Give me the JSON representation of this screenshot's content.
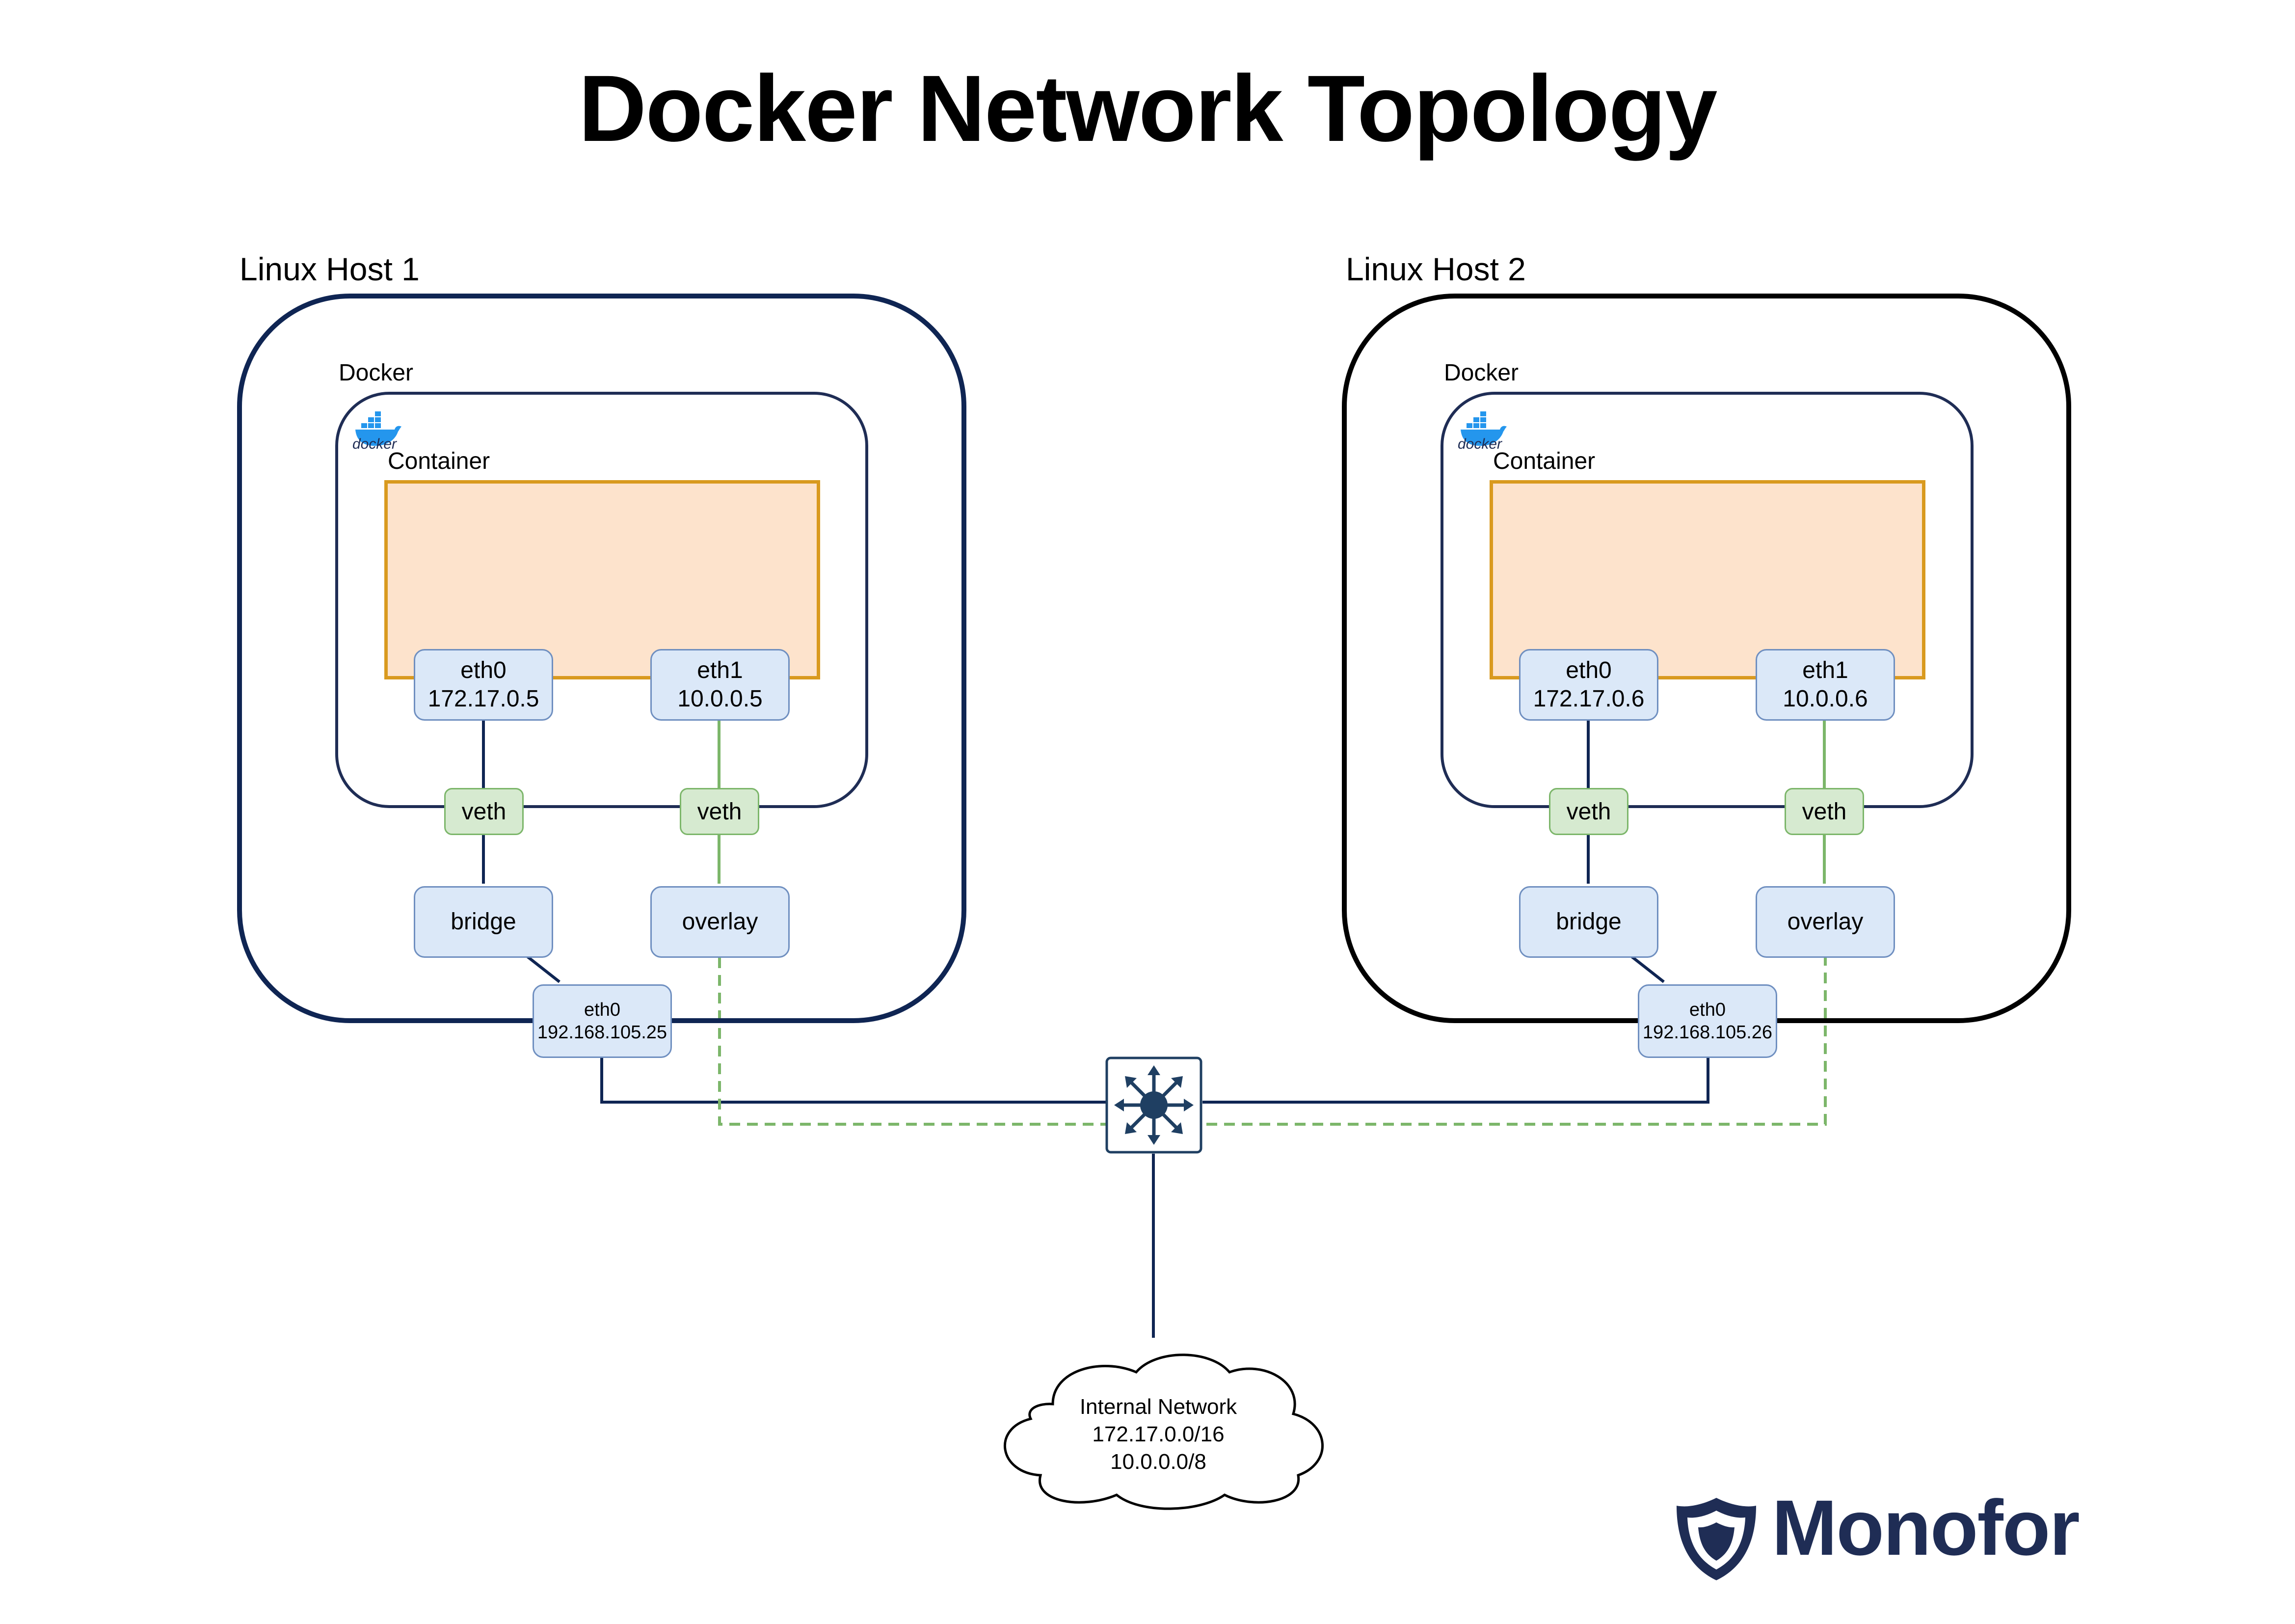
{
  "title": "Docker Network Topology",
  "colors": {
    "host1_border": "#0f2553",
    "host2_border": "#000000",
    "docker_border": "#1f2d55",
    "container_fill": "#fde3cc",
    "container_border": "#d99a1f",
    "nic_fill": "#dbe8f8",
    "veth_fill": "#d6ead0",
    "bridge_link": "#0f2553",
    "overlay_link": "#7cb66a",
    "brand": "#1f2d55"
  },
  "hosts": [
    {
      "label": "Linux Host 1",
      "docker_label": "Docker",
      "docker_logo_text": "docker",
      "container_label": "Container",
      "container_eth0": {
        "name": "eth0",
        "ip": "172.17.0.5"
      },
      "container_eth1": {
        "name": "eth1",
        "ip": "10.0.0.5"
      },
      "veth_bridge": "veth",
      "veth_overlay": "veth",
      "bridge": "bridge",
      "overlay": "overlay",
      "host_eth0": {
        "name": "eth0",
        "ip": "192.168.105.25"
      }
    },
    {
      "label": "Linux Host 2",
      "docker_label": "Docker",
      "docker_logo_text": "docker",
      "container_label": "Container",
      "container_eth0": {
        "name": "eth0",
        "ip": "172.17.0.6"
      },
      "container_eth1": {
        "name": "eth1",
        "ip": "10.0.0.6"
      },
      "veth_bridge": "veth",
      "veth_overlay": "veth",
      "bridge": "bridge",
      "overlay": "overlay",
      "host_eth0": {
        "name": "eth0",
        "ip": "192.168.105.26"
      }
    }
  ],
  "switch_icon": "network-switch-icon",
  "cloud": {
    "name": "Internal Network",
    "subnets": [
      "172.17.0.0/16",
      "10.0.0.0/8"
    ]
  },
  "brand": {
    "name": "Monofor",
    "logo_icon": "shield-icon"
  }
}
